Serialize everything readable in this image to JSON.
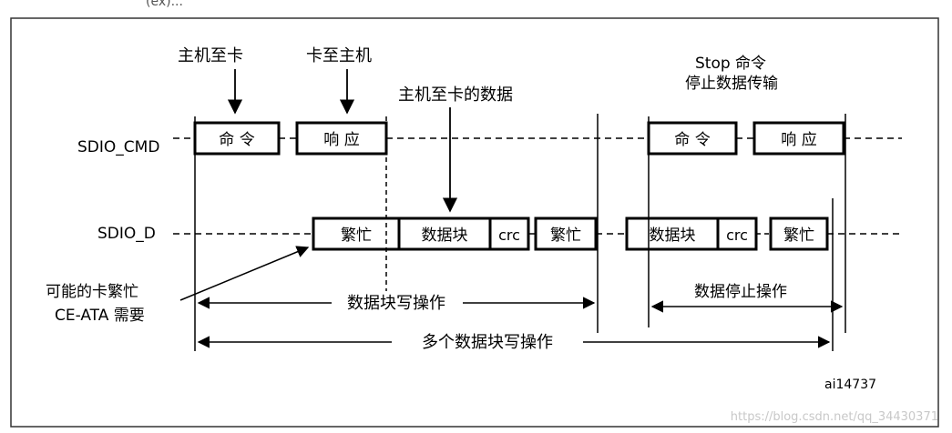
{
  "signals": {
    "cmd": "SDIO_CMD",
    "data": "SDIO_D"
  },
  "annotations": {
    "host_to_card": "主机至卡",
    "card_to_host": "卡至主机",
    "host_to_card_data": "主机至卡的数据",
    "stop_line1": "Stop 命令",
    "stop_line2": "停止数据传输",
    "card_busy_line1": "可能的卡繁忙",
    "card_busy_line2": "CE-ATA 需要"
  },
  "boxes": {
    "command": "命 令",
    "response": "响 应",
    "busy": "繁忙",
    "data_block": "数据块",
    "crc": "crc"
  },
  "spans": {
    "block_write": "数据块写操作",
    "data_stop": "数据停止操作",
    "multi_block_write": "多个数据块写操作"
  },
  "figure_id": "ai14737",
  "watermark": "https://blog.csdn.net/qq_34430371",
  "header_partial": "(ex)..."
}
